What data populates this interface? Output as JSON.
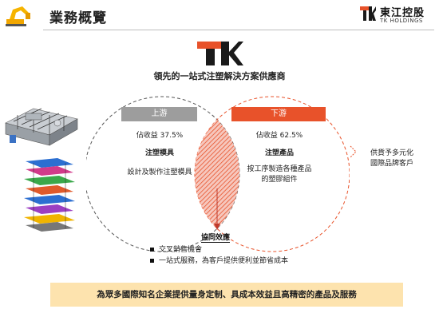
{
  "header": {
    "title": "業務概覽",
    "brand_cn": "東江控股",
    "brand_en": "TK HOLDINGS"
  },
  "main": {
    "tagline": "領先的一站式注塑解決方案供應商",
    "upstream": {
      "tab": "上游",
      "revenue": "佔收益 37.5%",
      "product": "注塑模具",
      "desc": "設計及製作注塑模具"
    },
    "downstream": {
      "tab": "下游",
      "revenue": "佔收益 62.5%",
      "product": "注塑產品",
      "desc_line1": "按工序製造各種產品",
      "desc_line2": "的塑膠組件"
    },
    "client_line1": "供貨予多元化",
    "client_line2": "國際品牌客戶",
    "synergy": {
      "title": "協同效應",
      "items": [
        "交叉銷售機會",
        "一站式服務，為客戶提供便利並節省成本"
      ]
    },
    "banner": "為眾多國際知名企業提供量身定制、具成本效益且高精密的產品及服務"
  },
  "colors": {
    "accent_orange": "#e8522a",
    "upstream_gray": "#9d9d9d",
    "banner_bg": "#fde3ae",
    "logo_black": "#1a1a1a"
  },
  "icons": {
    "left_logo": "excavator-logo-icon",
    "brand": "tk-logo-icon"
  }
}
